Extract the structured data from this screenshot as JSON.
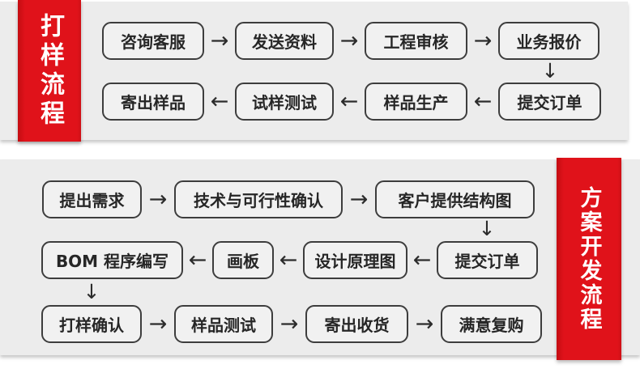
{
  "colors": {
    "accent_red": "#e0121a",
    "panel_bg": "#ececec",
    "node_fill": "#f1f1f1",
    "node_border": "#3d3d3d",
    "text": "#262626",
    "banner_text": "#ffffff"
  },
  "glyphs": {
    "arrow_right": "→",
    "arrow_left": "←",
    "arrow_down": "↓"
  },
  "sampling_flow": {
    "banner_title": "打样流程",
    "row1": [
      "咨询客服",
      "发送资料",
      "工程审核",
      "业务报价"
    ],
    "row2": [
      "寄出样品",
      "试样测试",
      "样品生产",
      "提交订单"
    ]
  },
  "development_flow": {
    "banner_title": "方案开发流程",
    "row1": [
      "提出需求",
      "技术与可行性确认",
      "客户提供结构图"
    ],
    "row2": [
      "BOM 程序编写",
      "画板",
      "设计原理图",
      "提交订单"
    ],
    "row3": [
      "打样确认",
      "样品测试",
      "寄出收货",
      "满意复购"
    ]
  }
}
